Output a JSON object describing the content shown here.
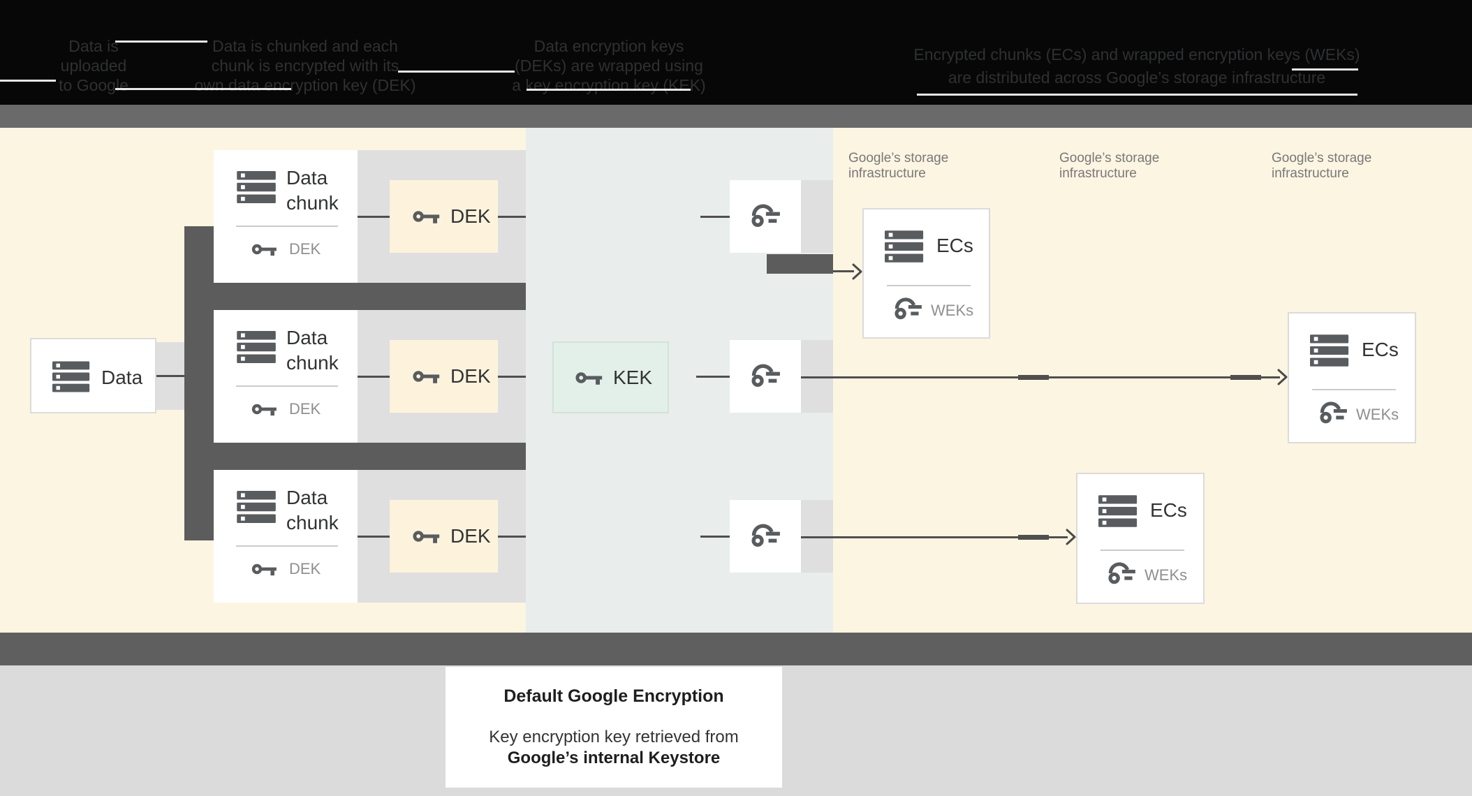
{
  "header": {
    "steps": [
      {
        "lines": [
          "Data is",
          "uploaded",
          "to Google"
        ]
      },
      {
        "lines": [
          "Data is chunked and each",
          "chunk is encrypted with its",
          "own data encryption key (DEK)"
        ]
      },
      {
        "lines": [
          "Data encryption keys",
          "(DEKs) are wrapped using",
          "a key encryption key (KEK)"
        ]
      },
      {
        "lines": [
          "Encrypted chunks (ECs) and wrapped encryption keys (WEKs)",
          "are distributed across Google’s storage infrastructure"
        ]
      }
    ]
  },
  "diagram": {
    "data_box": {
      "label": "Data"
    },
    "rows": [
      {
        "title": "Data chunk",
        "chunk_key_label": "DEK",
        "dek_label": "DEK"
      },
      {
        "title": "Data chunk",
        "chunk_key_label": "DEK",
        "dek_label": "DEK"
      },
      {
        "title": "Data chunk",
        "chunk_key_label": "DEK",
        "dek_label": "DEK"
      }
    ],
    "kek_box": {
      "label": "KEK"
    },
    "storage_labels": [
      "Google’s storage infrastructure",
      "Google’s storage infrastructure",
      "Google’s storage infrastructure"
    ],
    "ec_boxes": [
      {
        "title": "ECs",
        "key_label": "WEKs"
      },
      {
        "title": "ECs",
        "key_label": "WEKs"
      },
      {
        "title": "ECs",
        "key_label": "WEKs"
      }
    ]
  },
  "caption": {
    "title": "Default Google Encryption",
    "line1": "Key encryption key retrieved from",
    "line2": "Google’s internal Keystore"
  },
  "colors": {
    "background_cream": "#FCF5E2",
    "kek_panel_gray": "#E9EDEC",
    "kek_green": "#E3F0E9",
    "dek_cream": "#FDF3DC",
    "band_gray": "#6A6A6A",
    "connector_dark": "#5C5C5C",
    "icon_gray": "#595C5E",
    "muted_label_gray": "#8F8F8F",
    "storage_label_gray": "#787878",
    "backdrop_gray": "#DFDFDF",
    "bottom_gray": "#DBDBDB"
  }
}
